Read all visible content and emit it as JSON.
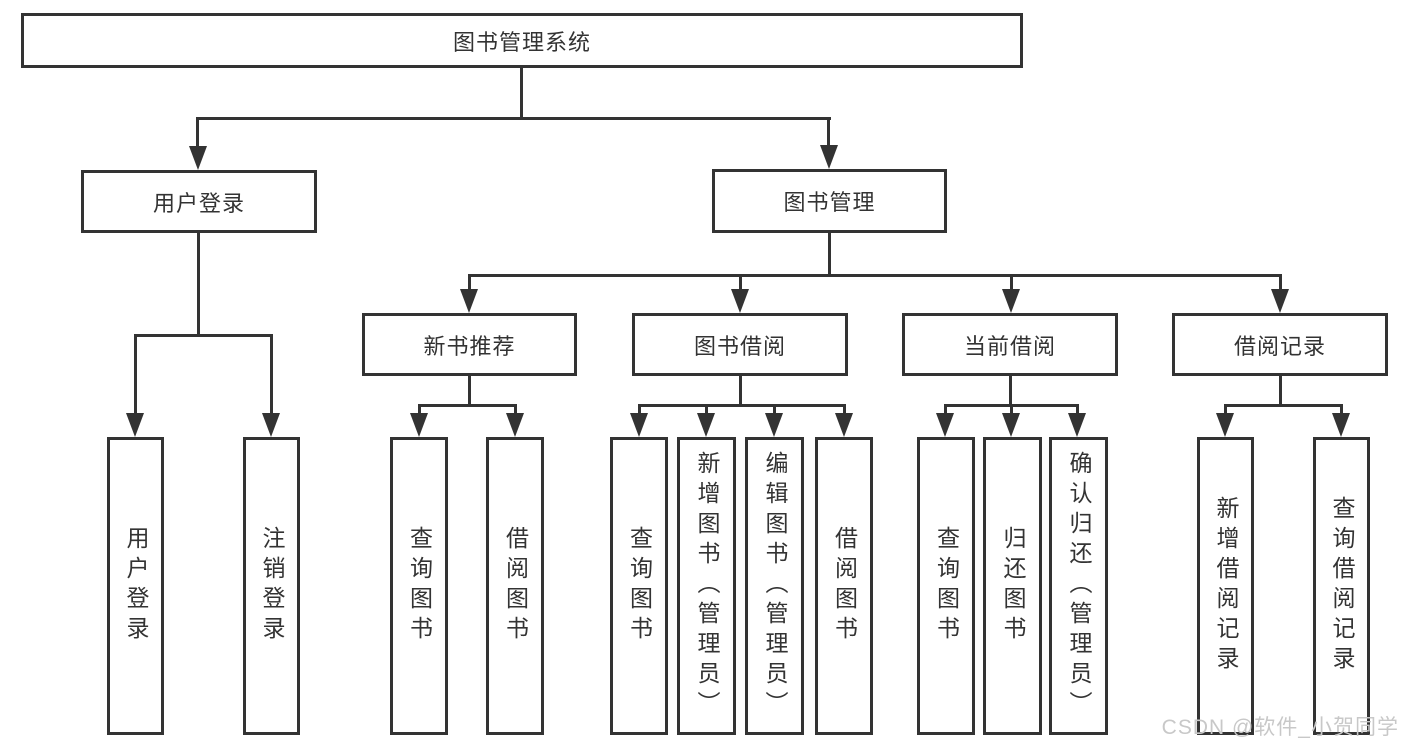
{
  "diagram_title": "图书管理系统",
  "tree": {
    "label": "图书管理系统",
    "children": [
      {
        "label": "用户登录",
        "children": [
          {
            "label": "用户登录"
          },
          {
            "label": "注销登录"
          }
        ]
      },
      {
        "label": "图书管理",
        "children": [
          {
            "label": "新书推荐",
            "children": [
              {
                "label": "查询图书"
              },
              {
                "label": "借阅图书"
              }
            ]
          },
          {
            "label": "图书借阅",
            "children": [
              {
                "label": "查询图书"
              },
              {
                "label": "新增图书（管理员）"
              },
              {
                "label": "编辑图书（管理员）"
              },
              {
                "label": "借阅图书"
              }
            ]
          },
          {
            "label": "当前借阅",
            "children": [
              {
                "label": "查询图书"
              },
              {
                "label": "归还图书"
              },
              {
                "label": "确认归还（管理员）"
              }
            ]
          },
          {
            "label": "借阅记录",
            "children": [
              {
                "label": "新增借阅记录"
              },
              {
                "label": "查询借阅记录"
              }
            ]
          }
        ]
      }
    ]
  },
  "watermark": {
    "text": "CSDN @软件_小贺同学"
  },
  "colors": {
    "line": "#333333",
    "box_border": "#333333",
    "text": "#333333",
    "background": "#ffffff",
    "watermark": "#c8c8c8"
  }
}
